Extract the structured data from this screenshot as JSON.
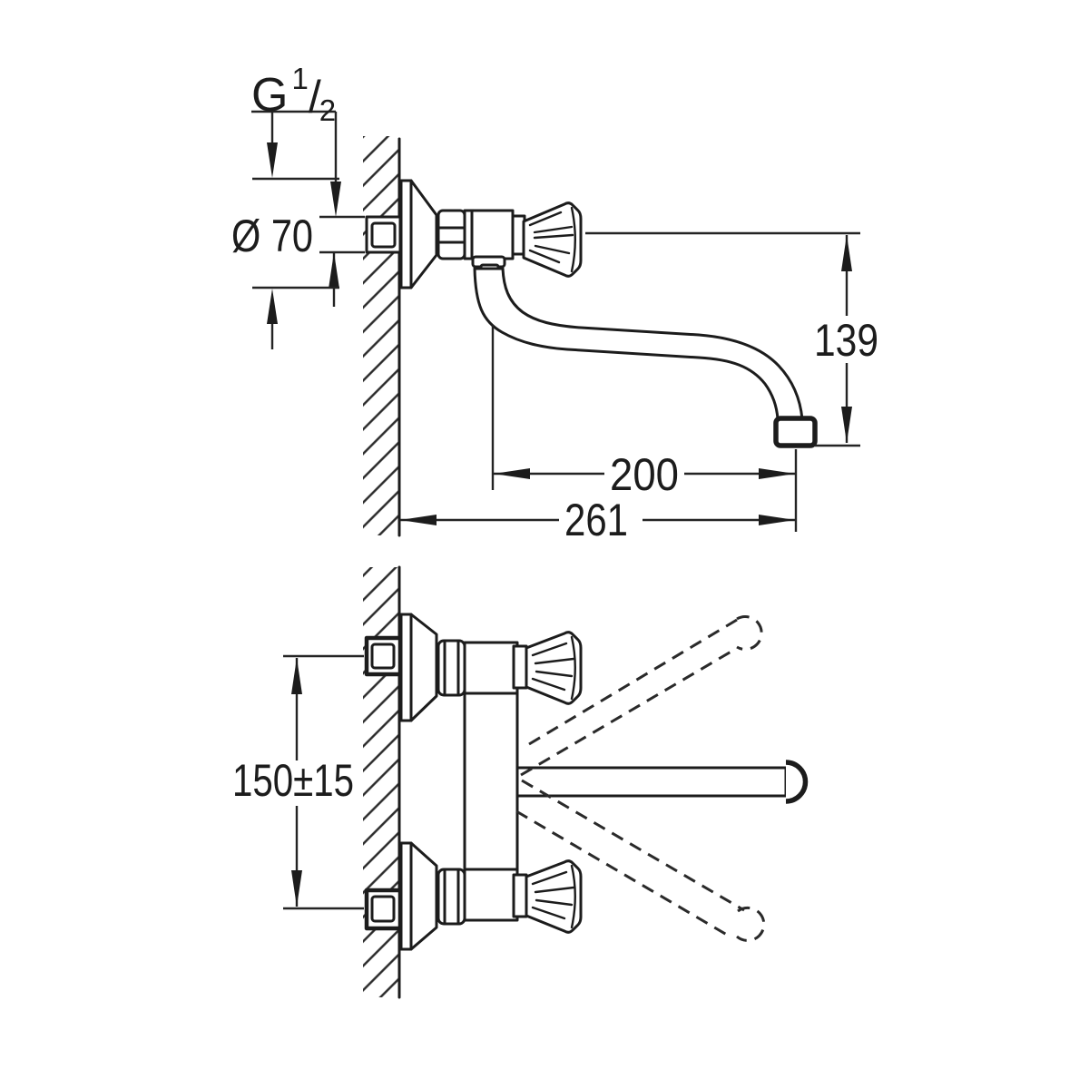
{
  "canvas": {
    "background": "#ffffff",
    "line_color": "#1c1c1c"
  },
  "dimensions": {
    "thread": {
      "prefix": "G",
      "numerator": "1",
      "slash": "/",
      "denominator": "2"
    },
    "flange_diameter": "Ø 70",
    "spout_height": "139",
    "spout_reach": "200",
    "total_reach": "261",
    "connection_spacing": "150±15"
  }
}
